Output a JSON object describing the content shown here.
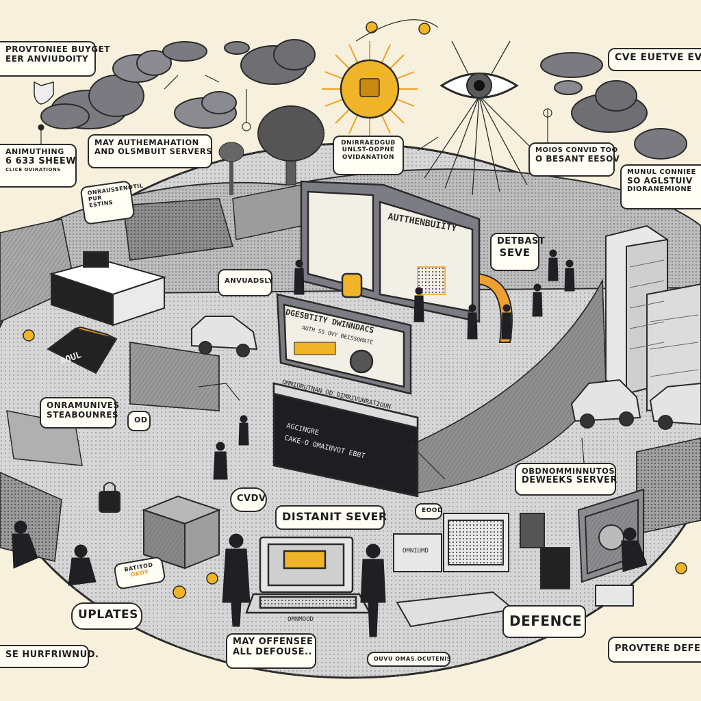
{
  "labels": {
    "top_left_1": "PROVTONIEE BUYGET",
    "top_left_2": "EER ANVIUDOITY",
    "top_right": "CVE EUETVE EVI",
    "may_auth_1": "MAY AUTHEMAHATION",
    "may_auth_2": "AND OLSMBUIT SERVERS",
    "anim_1": "ANIMUTHING",
    "anim_2": "6 633 SHEEW",
    "anim_3": "CLICE OVIRATIONS",
    "center_top_1": "DNIRRAEDGUB",
    "center_top_2": "UNLST-OOPNE",
    "center_top_3": "OVIDANATION",
    "right_mid_1": "MOIOS CONVID TOO",
    "right_mid_2": "O BESANT EESOV",
    "far_right_1": "MUNUL CONNIEE",
    "far_right_2": "SO AGLSTUIV",
    "far_right_3": "DIORANEMIONE",
    "left_sign": "ONRAUSSENOTIL PUR ESTINS",
    "authenticity": "AUTTHENBUIITY",
    "detbast_1": "DETBAST",
    "detbast_2": "SEVE",
    "small_sign": "ANVUADSLY",
    "dashboard": "DGESBTITY DWINNDACS",
    "dashboard_sub": "AUTH SS OVY BEISSOMATE",
    "left_strat_1": "ONRAMUNIVES",
    "left_strat_2": "STEABOUNRES",
    "od_tag": "OD",
    "terminal_title": "OMNIORUTNAN DD OIMRIVUNRATIOUN",
    "term_line_1": "AGCINGRE",
    "term_line_2": "CAKE-O OMAIBVOT   EBBT",
    "server_right_1": "OBDNOMMINNUTOS",
    "server_right_2": "DEWEEKS SERVER",
    "cvdv": "CVDV",
    "distant_server": "DISTANIT SEVER",
    "uplates": "UPLATES",
    "may_offense_1": "MAY OFFENSEE",
    "may_offense_2": "ALL DEFOUSE..",
    "defence": "DEFENCE",
    "provtere": "PROVTERE DEFEU",
    "bottom_left": "SE HURFRIWNUD.",
    "bottom_center": "OUVU OMAS.OCUTENIS",
    "aqul": "AQUL",
    "laptop_caption": "OMNMOOD",
    "monitor_caption": "OMNIUMD",
    "box_note_1": "BATITOD",
    "box_note_2": "OKOY",
    "small_tag_right": "EOOD"
  },
  "colors": {
    "background": "#f6f0dc",
    "ink": "#2a2a2a",
    "gold": "#f0b429",
    "orange_accent": "#f29a2e",
    "stone": "#a9a9a9",
    "cloud": "#6e6e73",
    "cloud_light": "#8d8d93",
    "ground": "#cfcfcf"
  },
  "icons": {
    "sun": "sun-icon",
    "eye": "eye-icon",
    "shield": "shield-icon",
    "lock": "lock-icon",
    "coin": "coin-icon"
  }
}
